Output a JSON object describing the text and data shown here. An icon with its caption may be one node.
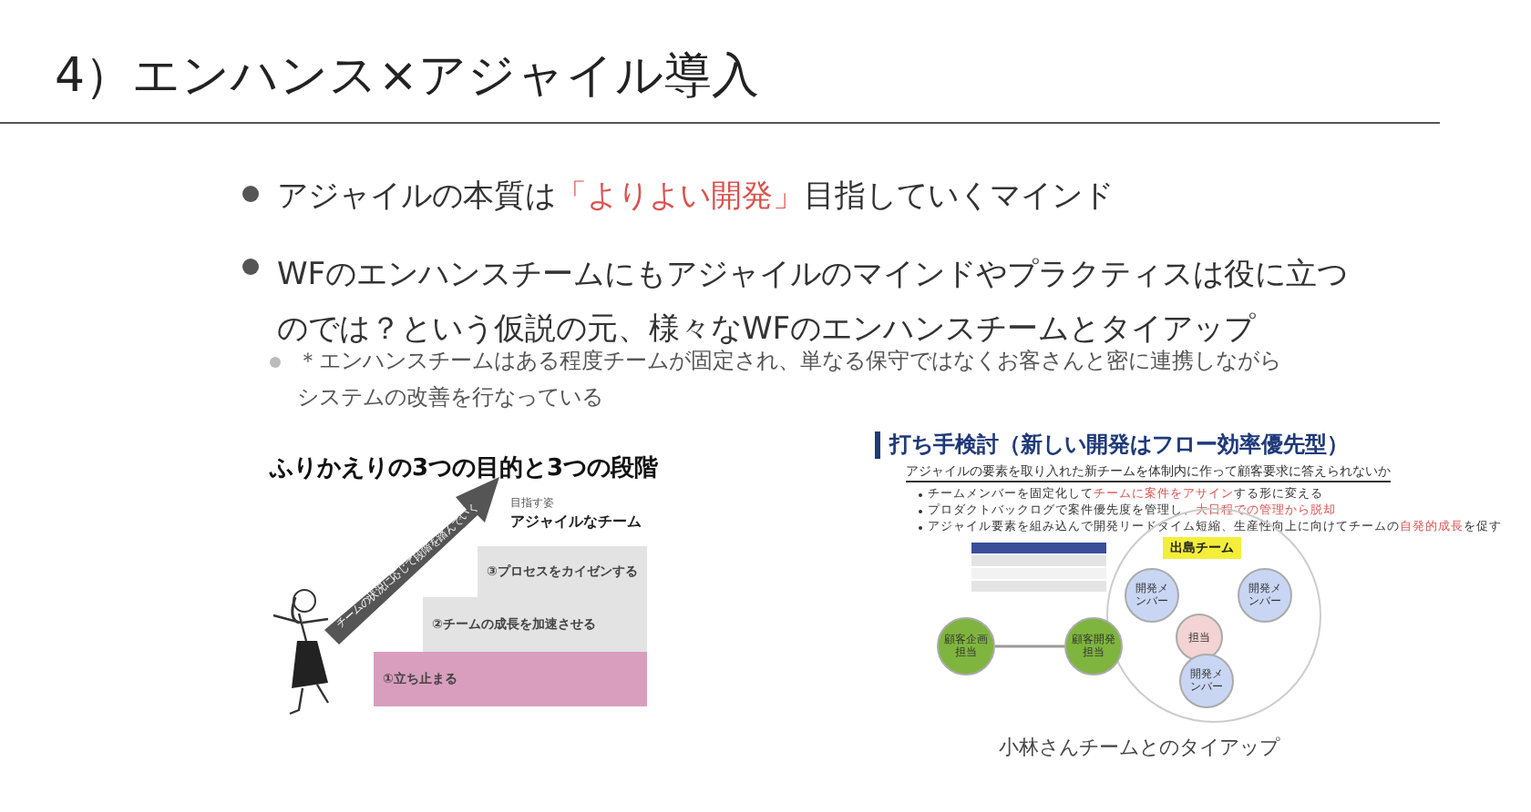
{
  "diagram": {
    "title": "4）エンハンス×アジャイル導入",
    "nodes": [
      {
        "text": [
          "①立ち止まる"
        ]
      },
      {
        "text": [
          "②チームの成長を加速させる"
        ]
      },
      {
        "text": [
          "③プロセスをカイゼンする"
        ]
      },
      {
        "text": [
          "顧客企画担当"
        ]
      },
      {
        "text": [
          "顧客開発担当"
        ]
      },
      {
        "text": [
          "出島チーム"
        ]
      },
      {
        "text": [
          "開発メンバー"
        ],
        "in": 5
      },
      {
        "text": [
          "開発メンバー"
        ],
        "in": 5
      },
      {
        "text": [
          "担当"
        ],
        "in": 5
      },
      {
        "text": [
          "開発メンバー"
        ],
        "in": 5
      }
    ],
    "edges": [
      {
        "from": 3,
        "to": 4,
        "arrow": "none"
      }
    ],
    "labels": [
      "アジャイルの本質は**「よりよい開発」**目指していくマインド",
      "WFのエンハンスチームにもアジャイルのマインドやプラクティスは役に立つのでは？という仮説の元、様々なWFのエンハンスチームとタイアップ",
      "＊エンハンスチームはある程度チームが固定され、単なる保守ではなくお客さんと密に連携しながらシステムの改善を行なっている",
      "ふりかえりの3つの目的と3つの段階",
      "目指す姿",
      "アジャイルなチーム",
      "チームの状況に応じて段階を踏んでいく",
      "打ち手検討（新しい開発はフロー効率優先型）",
      "アジャイルの要素を取り入れた新チームを体制内に作って顧客要求に答えられないか",
      "チームメンバーを固定化して**チームに案件をアサイン**する形に変える",
      "プロダクトバックログで案件優先度を管理し、**大日程での管理から脱却**",
      "アジャイル要素を組み込んで開発リードタイム短縮、生産性向上に向けてチームの**自発的成長**を促す",
      "小林さんチームとのタイアップ"
    ]
  }
}
